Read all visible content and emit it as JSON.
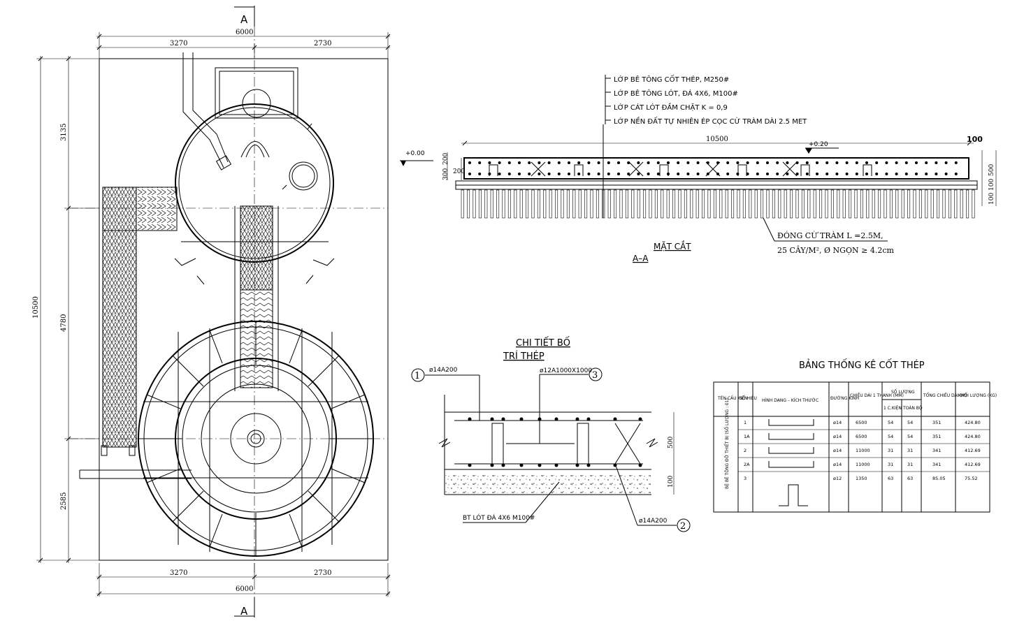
{
  "plan": {
    "section_mark": "A",
    "dim_total_width": "6000",
    "dim_left": "3270",
    "dim_right": "2730",
    "dim_total_height": "10500",
    "dim_h1": "3135",
    "dim_h2": "4780",
    "dim_h3": "2585"
  },
  "section": {
    "notes": [
      "LỚP BÊ TÔNG CỐT THÉP, M250#",
      "LỚP BÊ TÔNG LÓT, ĐÁ 4X6, M100#",
      "LỚP CÁT LÓT ĐẦM CHẶT K = 0,9",
      "LỚP NỀN ĐẤT TỰ NHIÊN ÉP CỌC CỪ TRÀM DÀI 2.5 MET"
    ],
    "length": "10500",
    "level_0": "+0.00",
    "level_top": "+0.20",
    "dim_100": "100",
    "dim_300": "300",
    "dim_200a": "200",
    "dim_200b": "200",
    "dim_500": "500",
    "dim_100a": "100",
    "dim_100b": "100",
    "pile_note_1": "ĐÓNG CỪ TRÀM L =2.5M,",
    "pile_note_2": "25 CÂY/M², Ø NGỌN ≥ 4.2cm",
    "title": "MẶT CẮT",
    "title_sub": "A–A"
  },
  "detail": {
    "title_1": "CHI TIẾT BỐ",
    "title_2": "TRÍ THÉP",
    "bar_1_label": "ø14A200",
    "bar_2_label": "ø14A200",
    "bar_3_label": "ø12A1000X1000",
    "mark_1": "1",
    "mark_2": "2",
    "mark_3": "3",
    "lean_label": "BT LÓT ĐÁ 4X6 M100#",
    "dim_500": "500",
    "dim_100": "100"
  },
  "table": {
    "title": "BẢNG THỐNG KÊ CỐT THÉP",
    "headers": {
      "component": "TÊN CẤU KIỆN",
      "mark": "SỐ HIỆU",
      "shape": "HÌNH DẠNG – KÍCH THƯỚC",
      "diameter": "ĐƯỜNG KÍNH",
      "length": "CHIỀU DÀI 1 THANH (MM)",
      "quantity": "SỐ LƯỢNG",
      "qty_per": "1 C.KIỆN",
      "qty_total": "TOÀN BỘ",
      "total_length": "TỔNG CHIỀU DÀI (M)",
      "weight": "KHỐI LƯỢNG (KG)"
    },
    "component_name": "BỆ BÊ TÔNG ĐỠ THIẾT BỊ (SỐ LƯỢNG : 01)",
    "rows": [
      {
        "mark": "1",
        "diameter": "ø14",
        "length": "6500",
        "per": "54",
        "total": "54",
        "total_length": "351",
        "weight": "424.80"
      },
      {
        "mark": "1A",
        "diameter": "ø14",
        "length": "6500",
        "per": "54",
        "total": "54",
        "total_length": "351",
        "weight": "424.80"
      },
      {
        "mark": "2",
        "diameter": "ø14",
        "length": "11000",
        "per": "31",
        "total": "31",
        "total_length": "341",
        "weight": "412.69"
      },
      {
        "mark": "2A",
        "diameter": "ø14",
        "length": "11000",
        "per": "31",
        "total": "31",
        "total_length": "341",
        "weight": "412.69"
      },
      {
        "mark": "3",
        "diameter": "ø12",
        "length": "1350",
        "per": "63",
        "total": "63",
        "total_length": "85.05",
        "weight": "75.52"
      }
    ]
  }
}
